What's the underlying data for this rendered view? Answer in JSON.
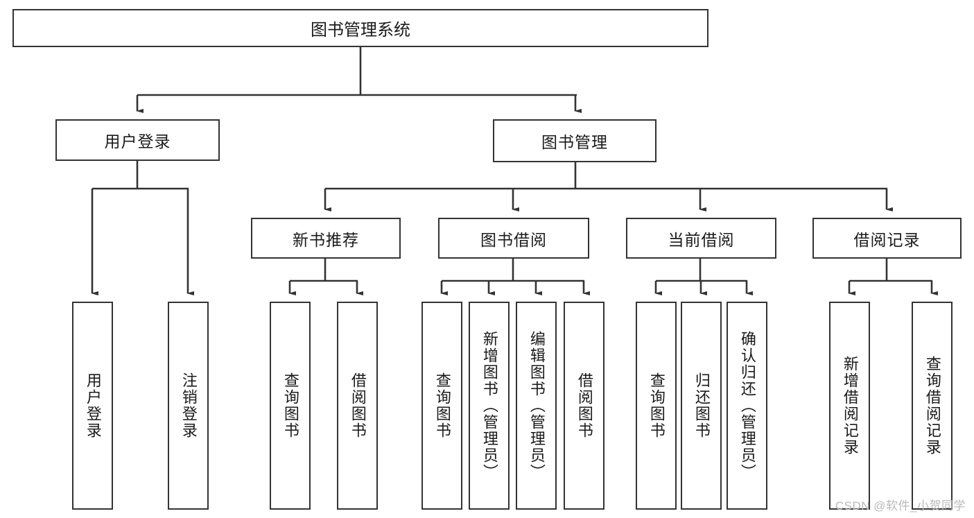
{
  "diagram": {
    "title": "图书管理系统",
    "type": "tree",
    "levels": {
      "level2": [
        {
          "id": "user-login",
          "label": "用户登录"
        },
        {
          "id": "book-management",
          "label": "图书管理"
        }
      ],
      "level3": [
        {
          "id": "new-book-recommend",
          "label": "新书推荐",
          "parent": "book-management"
        },
        {
          "id": "book-borrow",
          "label": "图书借阅",
          "parent": "book-management"
        },
        {
          "id": "current-borrow",
          "label": "当前借阅",
          "parent": "book-management"
        },
        {
          "id": "borrow-record",
          "label": "借阅记录",
          "parent": "book-management"
        }
      ],
      "level4": [
        {
          "id": "leaf-user-login",
          "label": "用户登录",
          "parent": "user-login"
        },
        {
          "id": "leaf-logout-login",
          "label": "注销登录",
          "parent": "user-login"
        },
        {
          "id": "leaf-query-book-1",
          "label": "查询图书",
          "parent": "new-book-recommend"
        },
        {
          "id": "leaf-borrow-book-1",
          "label": "借阅图书",
          "parent": "new-book-recommend"
        },
        {
          "id": "leaf-query-book-2",
          "label": "查询图书",
          "parent": "book-borrow"
        },
        {
          "id": "leaf-add-book",
          "label": "新增图书（管理员）",
          "parent": "book-borrow"
        },
        {
          "id": "leaf-edit-book",
          "label": "编辑图书（管理员）",
          "parent": "book-borrow"
        },
        {
          "id": "leaf-borrow-book-2",
          "label": "借阅图书",
          "parent": "book-borrow"
        },
        {
          "id": "leaf-query-book-3",
          "label": "查询图书",
          "parent": "current-borrow"
        },
        {
          "id": "leaf-return-book",
          "label": "归还图书",
          "parent": "current-borrow"
        },
        {
          "id": "leaf-confirm-return",
          "label": "确认归还（管理员）",
          "parent": "current-borrow"
        },
        {
          "id": "leaf-add-record",
          "label": "新增借阅记录",
          "parent": "borrow-record"
        },
        {
          "id": "leaf-query-record",
          "label": "查询借阅记录",
          "parent": "borrow-record"
        }
      ]
    },
    "colors": {
      "stroke": "#333333",
      "fill": "#ffffff",
      "text": "#1a1a1a",
      "watermark": "#b9b9b9"
    }
  },
  "watermark": {
    "text": "CSDN @软件_小贺同学"
  }
}
